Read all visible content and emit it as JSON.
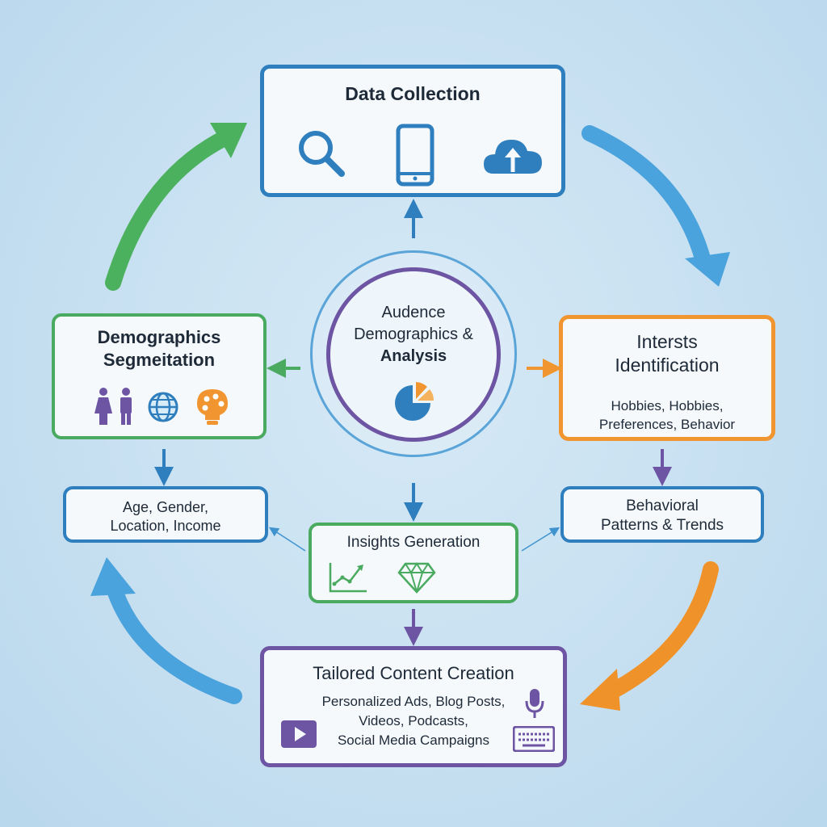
{
  "data_collection": {
    "title": "Data Collection",
    "icons": [
      "search-icon",
      "smartphone-icon",
      "cloud-upload-icon"
    ]
  },
  "demographics": {
    "title_line1": "Demographics",
    "title_line2": "Segmeitation",
    "icons": [
      "people-icon",
      "globe-icon",
      "palette-bulb-icon"
    ]
  },
  "center": {
    "line1": "Audence",
    "line2": "Demographics &",
    "line3": "Analysis",
    "icon": "pie-chart-icon"
  },
  "interests": {
    "title_line1": "Intersts",
    "title_line2": "Identification",
    "detail_line1": "Hobbies, Hobbies,",
    "detail_line2": "Preferences, Behavior"
  },
  "age_box": {
    "line1": "Age, Gender,",
    "line2": "Location, Income"
  },
  "behavioral": {
    "line1": "Behavioral",
    "line2": "Patterns & Trends"
  },
  "insights": {
    "title": "Insights Generation",
    "icons": [
      "line-chart-icon",
      "diamond-icon"
    ]
  },
  "tailored": {
    "title": "Tailored Content Creation",
    "line1": "Personalized Ads, Blog Posts,",
    "line2": "Videos, Podcasts,",
    "line3": "Social Media Campaigns",
    "icons": [
      "video-play-icon",
      "microphone-icon",
      "keyboard-icon"
    ]
  },
  "colors": {
    "blue": "#2f7fbe",
    "green": "#49aa60",
    "orange": "#f0952f",
    "purple": "#6e55a4",
    "cycle_blue": "#4aa3dc",
    "background": "#c7e0f1"
  }
}
